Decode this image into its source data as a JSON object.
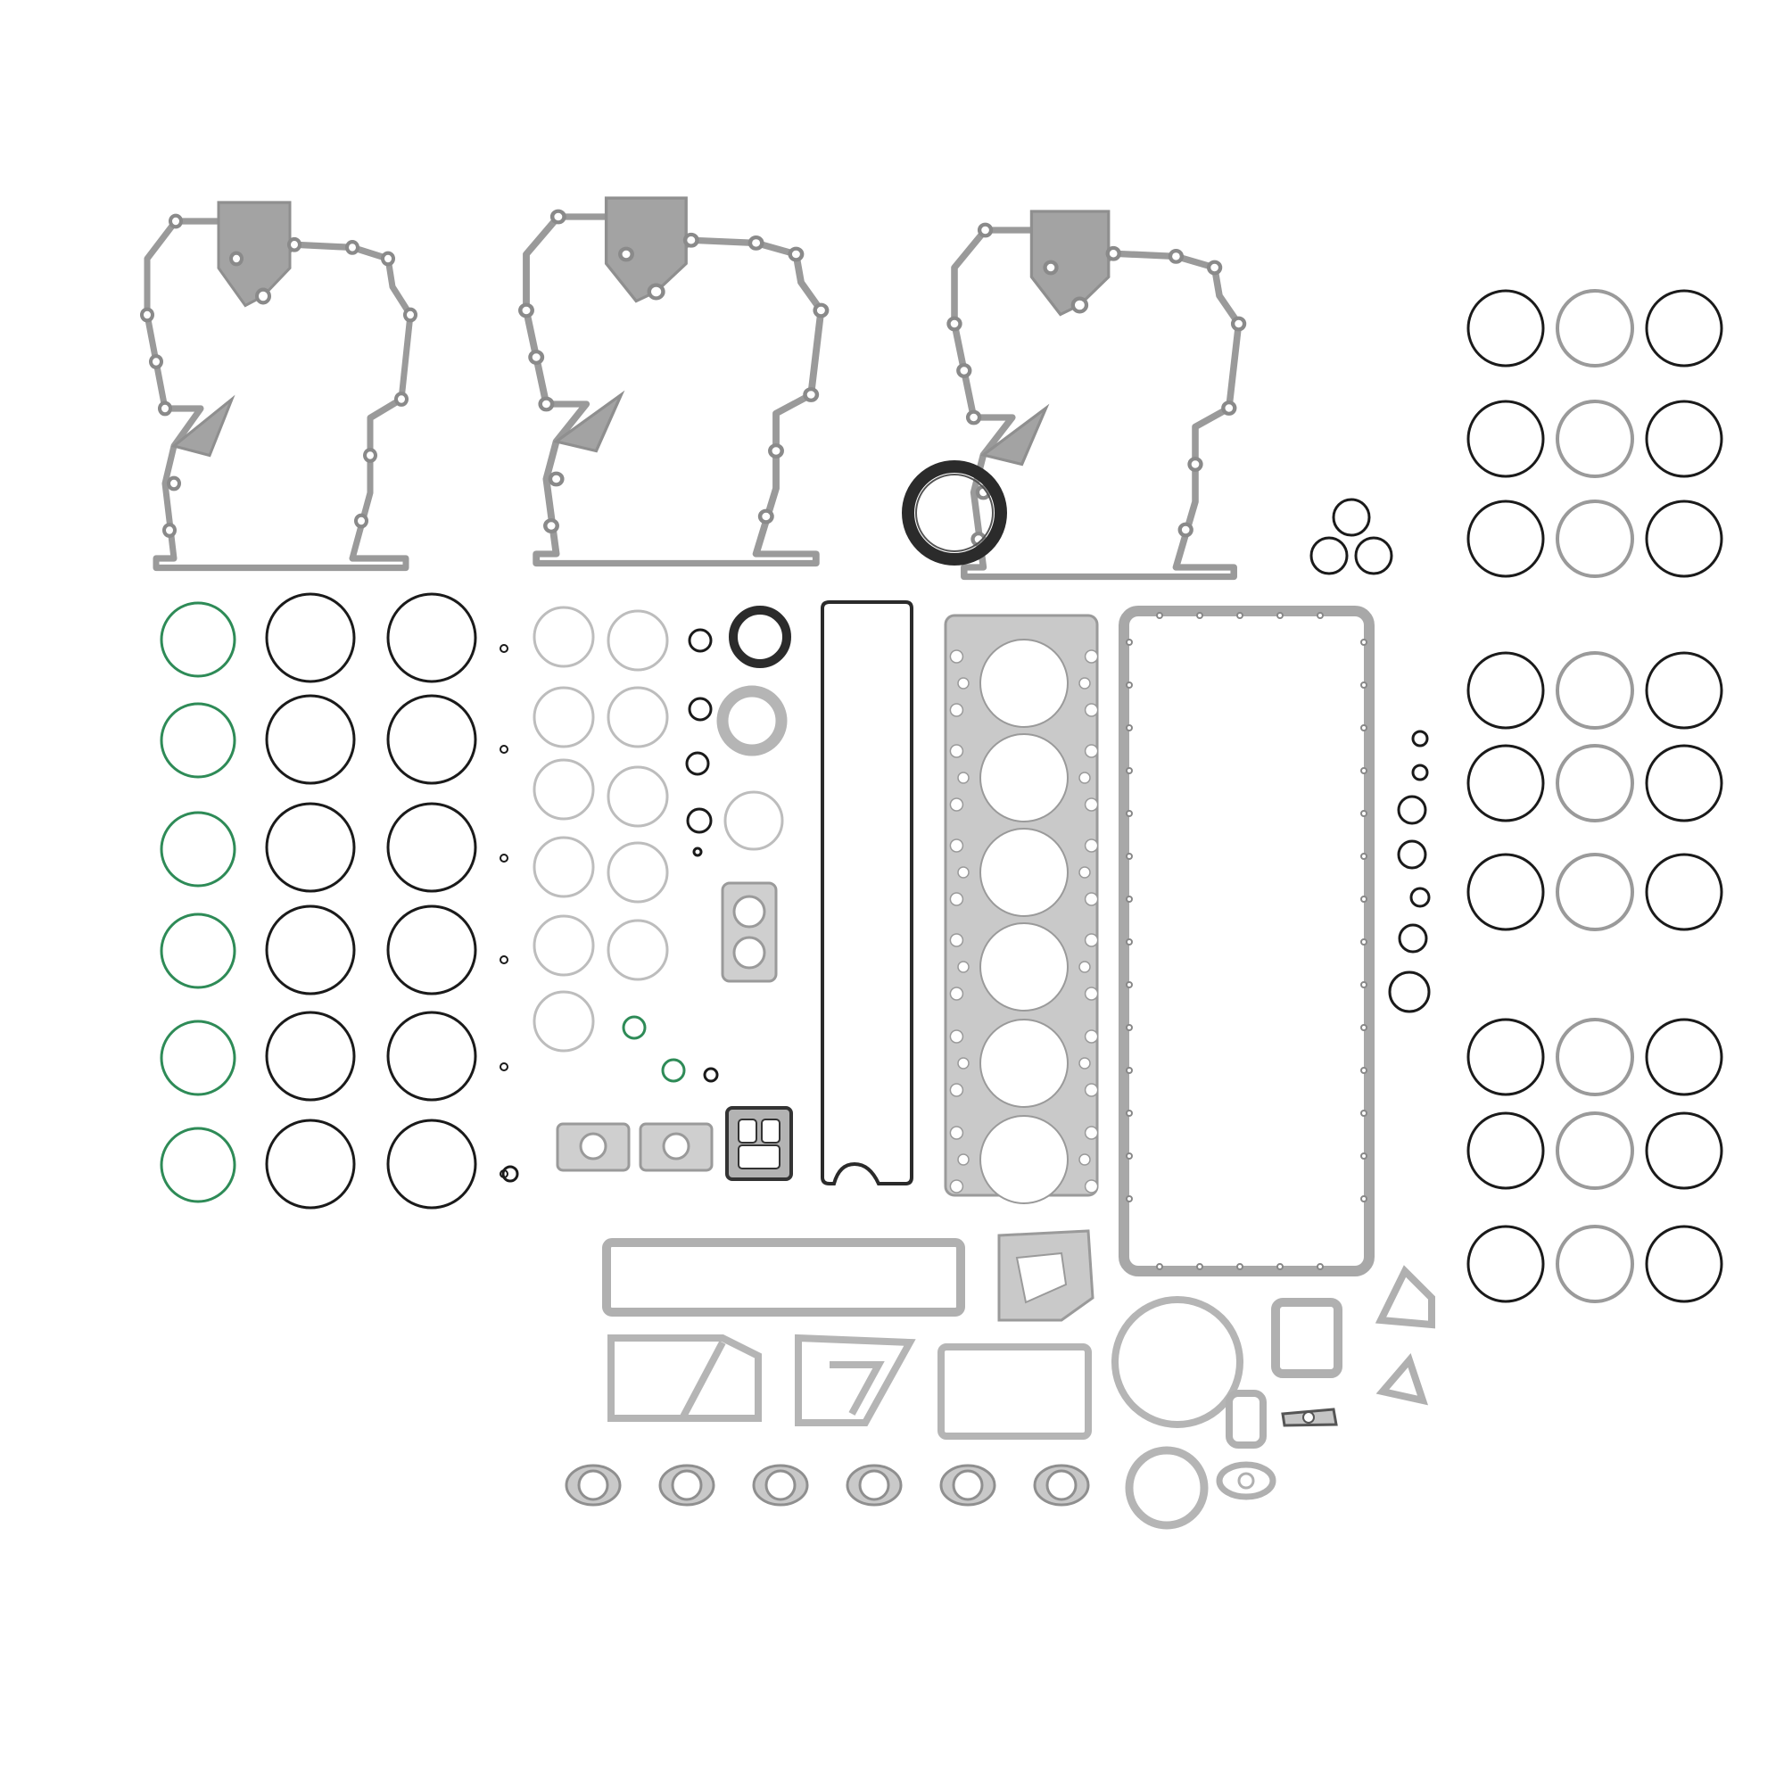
{
  "product": {
    "kind": "engine-gasket-kit",
    "background": "#ffffff"
  },
  "colors": {
    "gasket_fill": "#c9c9c9",
    "gasket_stroke": "#8f8f8f",
    "plate_fill": "#a3a3a3",
    "ring_black": "#1a1a1a",
    "ring_gray": "#9a9a9a",
    "ring_light": "#bdbdbd",
    "ring_green": "#2e8b57",
    "seal_dark": "#2b2b2b"
  },
  "parts": [
    "timing-cover-gasket",
    "timing-cover-gasket",
    "timing-cover-gasket",
    "rear-crankshaft-seal",
    "cylinder-head-gasket",
    "oil-pan-gasket",
    "valve-cover-gasket",
    "cylinder-liner-o-rings",
    "intake-manifold-gaskets",
    "exhaust-manifold-gaskets",
    "misc-o-rings"
  ]
}
